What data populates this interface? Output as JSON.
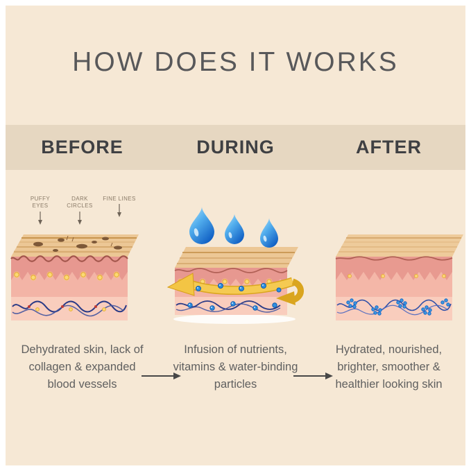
{
  "title": "HOW DOES IT WORKS",
  "stages": [
    {
      "header": "BEFORE",
      "caption": "Dehydrated skin, lack of collagen & expanded blood vessels",
      "labels": [
        "PUFFY EYES",
        "DARK CIRCLES",
        "FINE LINES"
      ]
    },
    {
      "header": "DURING",
      "caption": "Infusion of nutrients, vitamins & water-binding particles"
    },
    {
      "header": "AFTER",
      "caption": "Hydrated, nourished, brighter, smoother & healthier looking skin"
    }
  ],
  "colors": {
    "background": "#f6e8d5",
    "band": "#e6d7c1",
    "title_text": "#58585a",
    "header_text": "#3f4043",
    "caption_text": "#5f5f5f",
    "skin_top": "#ecc795",
    "skin_epidermis": "#e79890",
    "skin_mid": "#f3b4a6",
    "skin_dermis": "#f9cdbd",
    "vessel_navy": "#2a3a86",
    "nutrient_yellow": "#fbda74",
    "particle_blue": "#2f8fe0",
    "ribbon_yellow": "#f3c544",
    "drop_blue": "#1160c4"
  }
}
